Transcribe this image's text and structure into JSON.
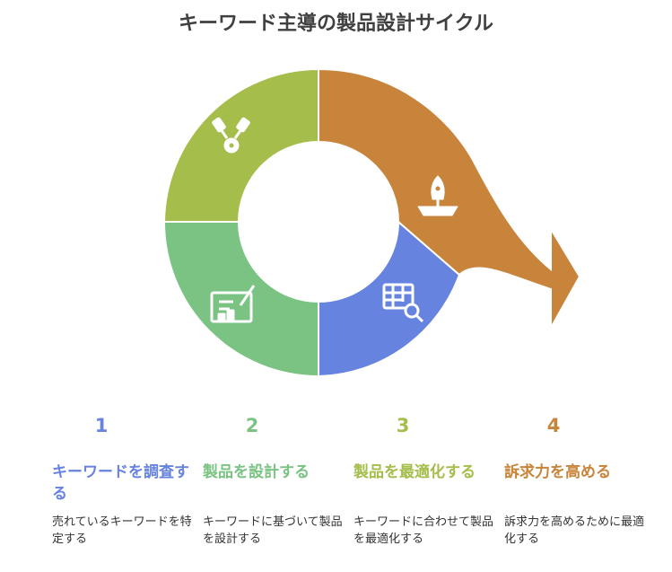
{
  "title": "キーワード主導の製品設計サイクル",
  "steps": [
    {
      "num": "1",
      "head": "キーワードを調査する",
      "desc": "売れているキーワードを特定する",
      "color": "#6683e0",
      "icon": "data-research-icon"
    },
    {
      "num": "2",
      "head": "製品を設計する",
      "desc": "キーワードに基づいて製品を設計する",
      "color": "#7ac383",
      "icon": "design-sketch-icon"
    },
    {
      "num": "3",
      "head": "製品を最適化する",
      "desc": "キーワードに合わせて製品を最適化する",
      "color": "#a4bd4b",
      "icon": "optimize-tools-icon"
    },
    {
      "num": "4",
      "head": "訴求力を高める",
      "desc": "訴求力を高めるために最適化する",
      "color": "#c8843a",
      "icon": "launch-rocket-icon"
    }
  ]
}
